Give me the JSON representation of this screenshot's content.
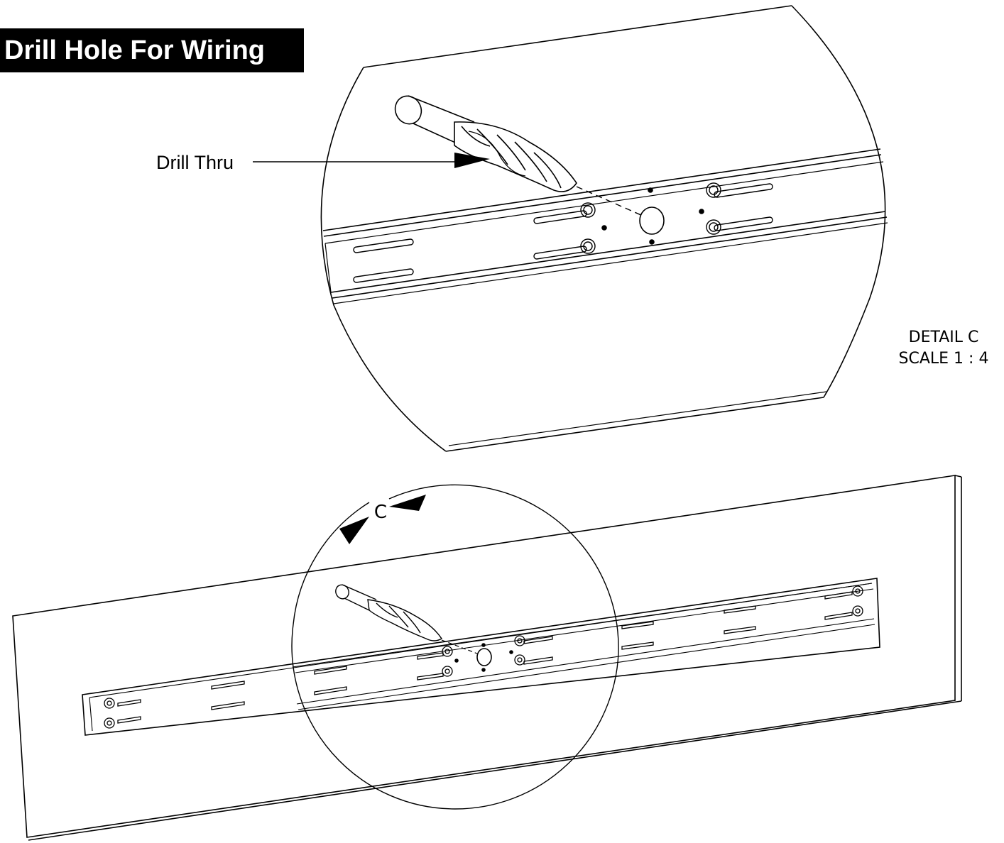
{
  "title": "Drill Hole For Wiring",
  "callout": {
    "text": "Drill Thru"
  },
  "detail": {
    "name": "DETAIL C",
    "scale": "SCALE 1 : 4"
  },
  "marker": {
    "letter": "C"
  },
  "colors": {
    "ink": "#000000",
    "paper": "#ffffff",
    "title_bg": "#000000",
    "title_text": "#ffffff"
  },
  "icons": {
    "drill_bit": "drill-bit-icon",
    "screw": "screw-icon",
    "arrow": "arrowhead-icon"
  }
}
